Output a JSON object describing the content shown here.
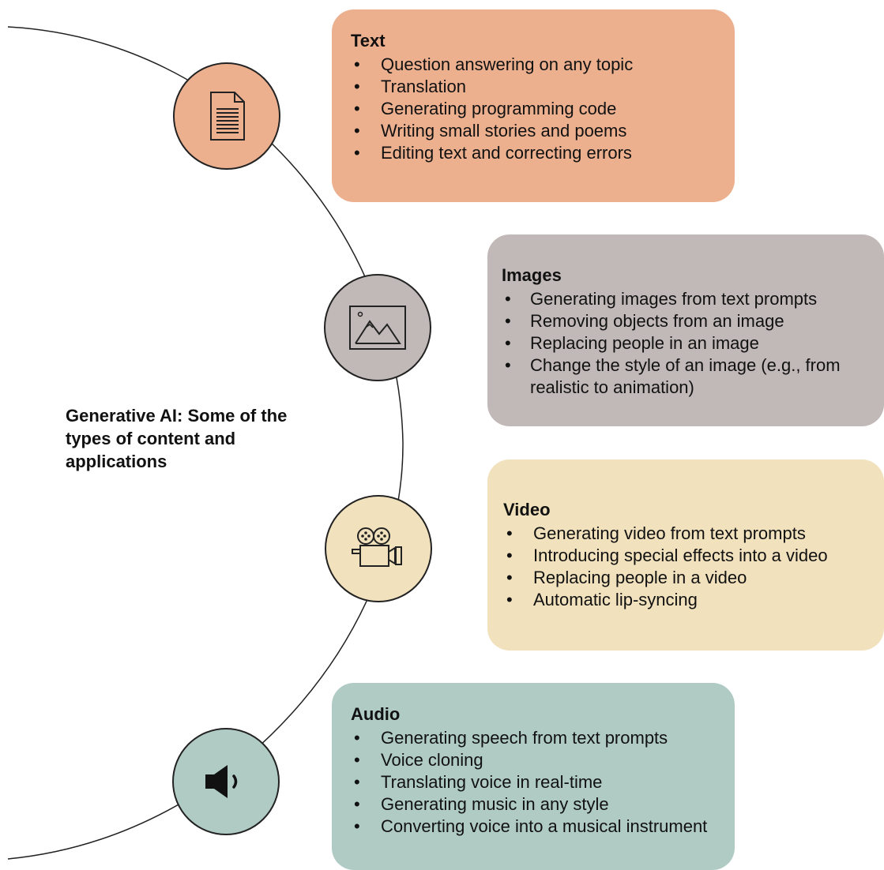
{
  "title": "Generative AI: Some of the types of content and applications",
  "colors": {
    "text": "#ecb08f",
    "images": "#c0b9b7",
    "video": "#f1e1bd",
    "audio": "#afcbc4",
    "line": "#222222"
  },
  "categories": [
    {
      "id": "text",
      "icon": "document-icon",
      "title": "Text",
      "items": [
        "Question answering on any topic",
        "Translation",
        "Generating programming code",
        "Writing small stories and poems",
        "Editing text and correcting errors"
      ]
    },
    {
      "id": "images",
      "icon": "image-icon",
      "title": "Images",
      "items": [
        "Generating images from text prompts",
        "Removing objects from an image",
        "Replacing people in an image",
        "Change the style of an image (e.g., from realistic to animation)"
      ]
    },
    {
      "id": "video",
      "icon": "video-camera-icon",
      "title": "Video",
      "items": [
        "Generating video from text prompts",
        "Introducing special effects into a video",
        "Replacing people in a video",
        "Automatic lip-syncing"
      ]
    },
    {
      "id": "audio",
      "icon": "speaker-icon",
      "title": "Audio",
      "items": [
        "Generating speech from text prompts",
        "Voice cloning",
        "Translating voice in real-time",
        "Generating music in any style",
        "Converting voice into a musical instrument"
      ]
    }
  ]
}
